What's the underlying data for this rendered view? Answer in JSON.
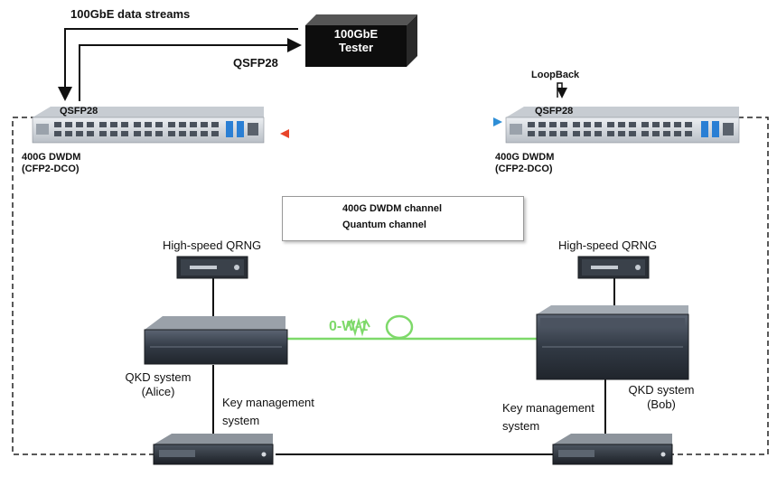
{
  "labels": {
    "data_streams": "100GbE data streams",
    "tester_line1": "100GbE",
    "tester_line2": "Tester",
    "qsfp28_link": "QSFP28",
    "left_port": "QSFP28",
    "right_port": "QSFP28",
    "loopback": "LoopBack",
    "left_dwdm_line1": "400G DWDM",
    "left_dwdm_line2": "(CFP2-DCO)",
    "right_dwdm_line1": "400G DWDM",
    "right_dwdm_line2": "(CFP2-DCO)",
    "left_qrng": "High-speed QRNG",
    "right_qrng": "High-speed QRNG",
    "alice_line1": "QKD system",
    "alice_line2": "(Alice)",
    "bob_line1": "QKD system",
    "bob_line2": "(Bob)",
    "left_km_line1": "Key management",
    "left_km_line2": "system",
    "right_km_line1": "Key management",
    "right_km_line2": "system",
    "quantum_bits": "0-W-1"
  },
  "legend": {
    "items": [
      {
        "label": "400G DWDM channel"
      },
      {
        "label": "Quantum channel"
      }
    ]
  },
  "colors": {
    "quantum": "#7ed96a",
    "chassis_dark": "#3b4350",
    "switch_body": "#d9dde2",
    "port_blue": "#2a7fd4"
  },
  "icons": {
    "tester": "tester-box-icon",
    "switch": "dwdm-switch-icon",
    "qrng": "qrng-device-icon",
    "qkd": "qkd-chassis-icon",
    "server": "key-server-icon"
  }
}
